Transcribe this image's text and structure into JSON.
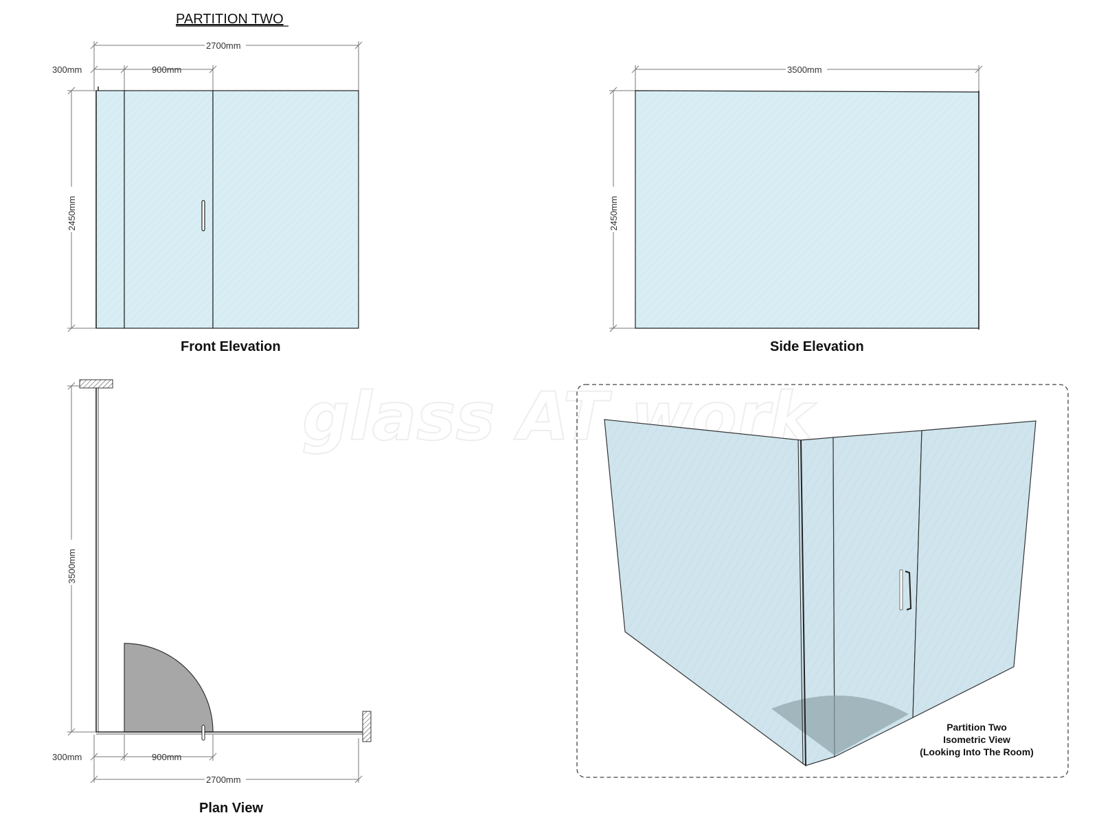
{
  "sheet": {
    "title": "PARTITION TWO",
    "watermark": "glass AT work"
  },
  "front_elevation": {
    "title": "Front Elevation",
    "dims": {
      "total_width": "2700mm",
      "fixed_width": "300mm",
      "door_width": "900mm",
      "height": "2450mm"
    }
  },
  "side_elevation": {
    "title": "Side Elevation",
    "dims": {
      "width": "3500mm",
      "height": "2450mm"
    }
  },
  "plan_view": {
    "title": "Plan View",
    "dims": {
      "depth": "3500mm",
      "fixed_width": "300mm",
      "door_width": "900mm",
      "total_width": "2700mm"
    }
  },
  "isometric_view": {
    "caption_line1": "Partition Two",
    "caption_line2": "Isometric View",
    "caption_line3": "(Looking Into The Room)"
  },
  "colors": {
    "glass": "#d4ecf2",
    "glass_hatch": "#bfe0ea",
    "door_swing": "#a7a7a7",
    "line": "#222222"
  }
}
